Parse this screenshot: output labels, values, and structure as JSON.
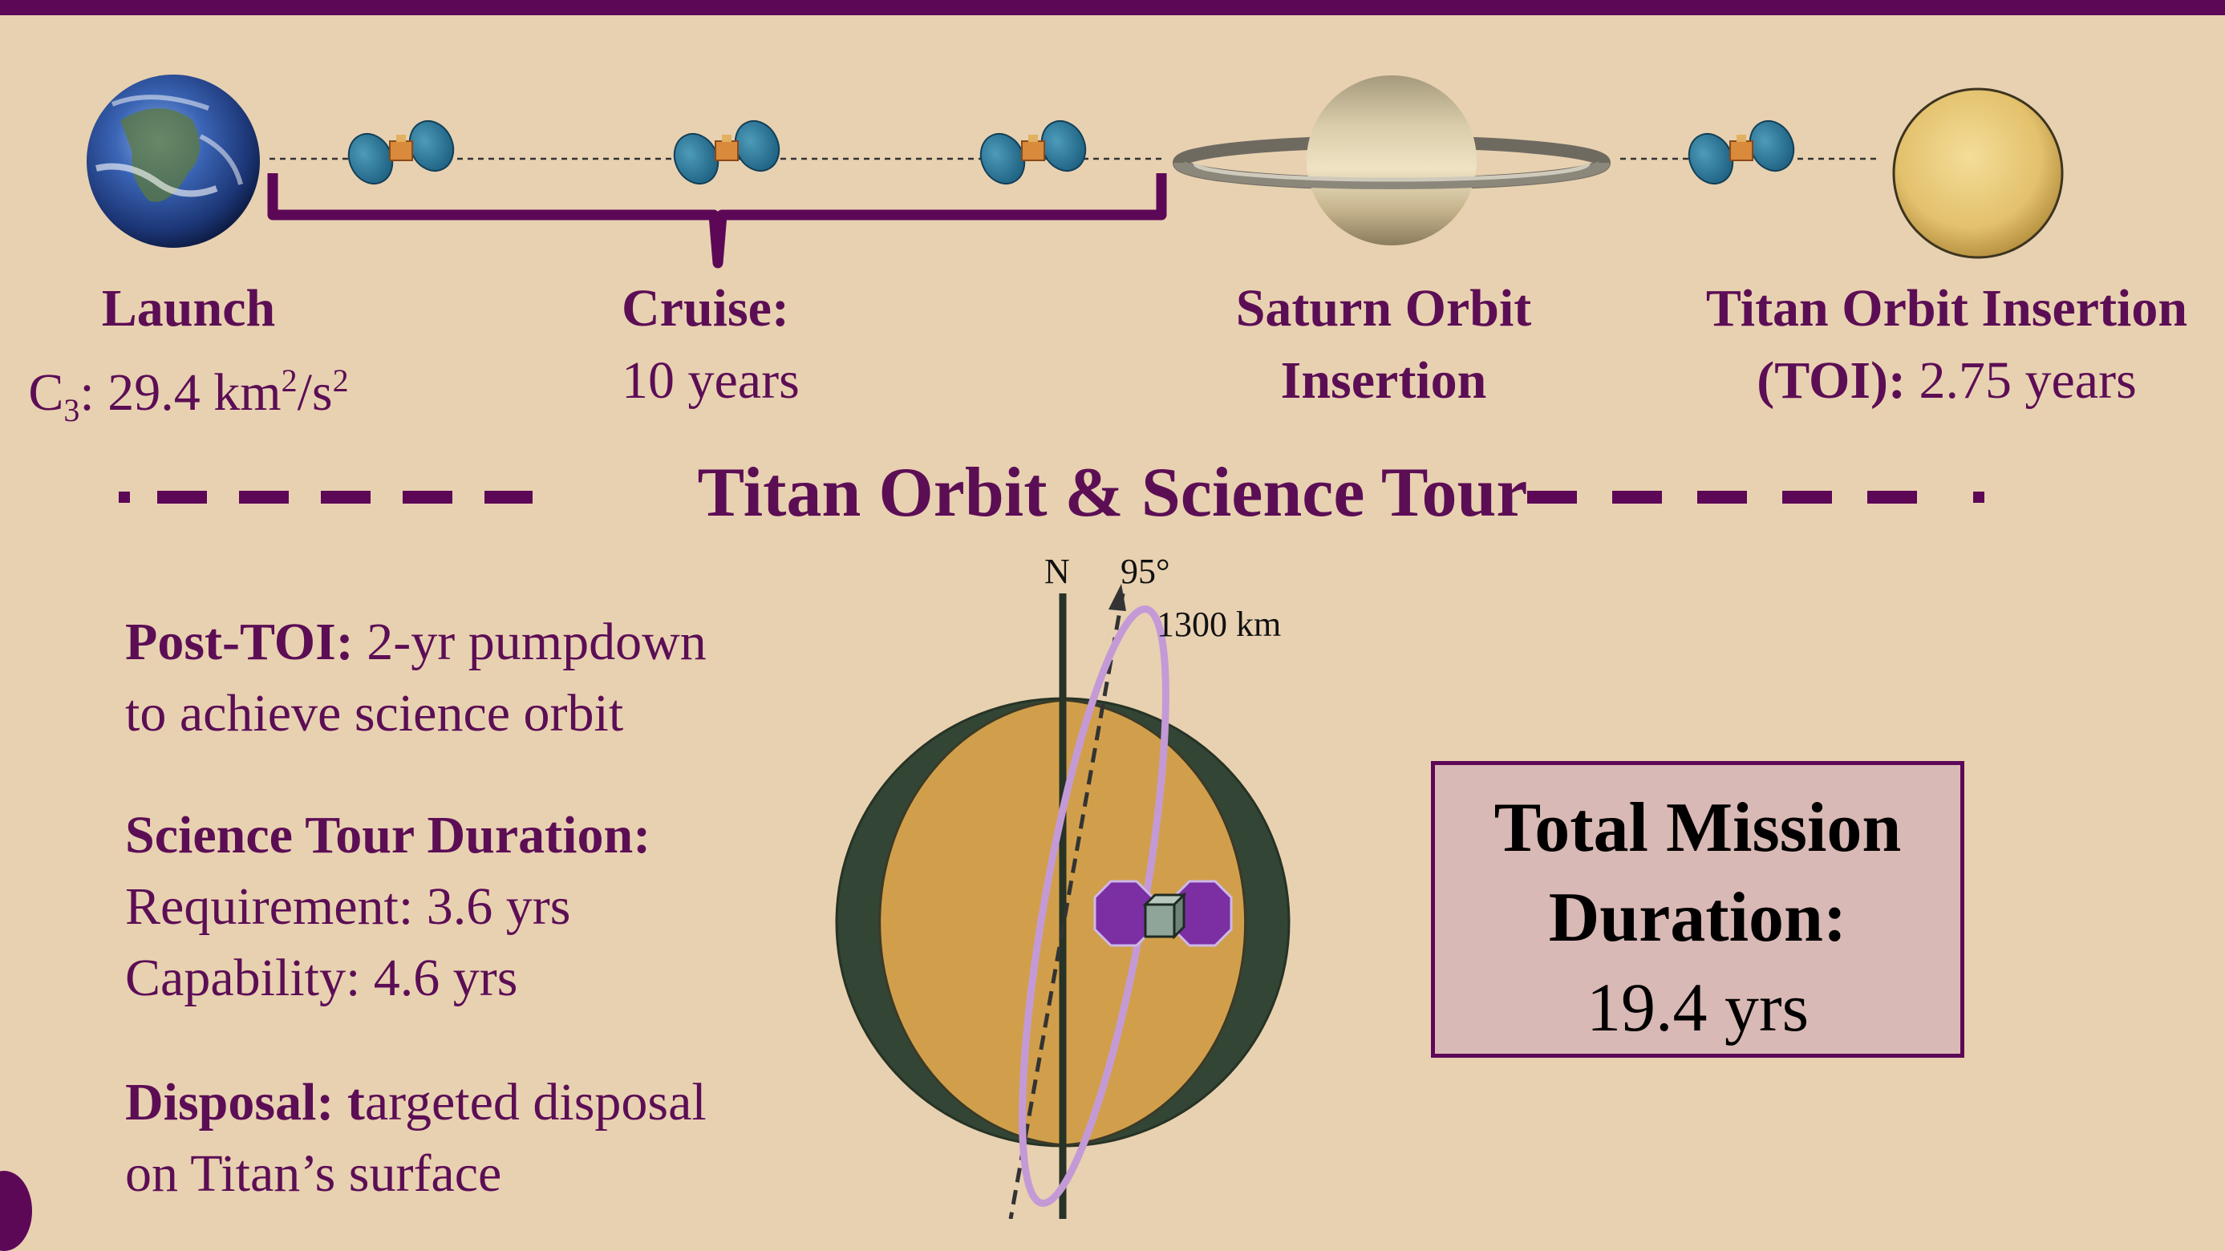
{
  "phases": {
    "launch": {
      "title": "Launch",
      "c3_symbol": "C",
      "c3_sub": "3",
      "c3_value": ": 29.4 km",
      "c3_sup1": "2",
      "c3_unit_mid": "/s",
      "c3_sup2": "2"
    },
    "cruise": {
      "title": "Cruise:",
      "duration": "10 years"
    },
    "soi": {
      "line1": "Saturn Orbit",
      "line2": "Insertion"
    },
    "toi": {
      "line1": "Titan Orbit Insertion",
      "line2_bold": "(TOI):",
      "line2_rest": " 2.75 years"
    }
  },
  "section_title": "Titan Orbit & Science Tour",
  "details": {
    "post_toi": {
      "label": "Post-TOI:",
      "text1": " 2-yr pumpdown",
      "text2": "to achieve science orbit"
    },
    "science_tour": {
      "label": "Science Tour Duration:",
      "requirement": "Requirement: 3.6 yrs",
      "capability": "Capability: 4.6 yrs"
    },
    "disposal": {
      "label": "Disposal: t",
      "text1": "argeted disposal",
      "text2": "on Titan’s surface"
    }
  },
  "orbit_diagram": {
    "north_label": "N",
    "inclination": "95°",
    "altitude": "1300 km"
  },
  "total": {
    "title_line1": "Total Mission",
    "title_line2": "Duration:",
    "value": "19.4 yrs"
  },
  "colors": {
    "header": "#5c0857",
    "text": "#5c0e55",
    "titan": "#d19f4b",
    "titan_night": "#334534",
    "orbit": "#c49ad6",
    "spacecraft": "#7b2fa3"
  }
}
